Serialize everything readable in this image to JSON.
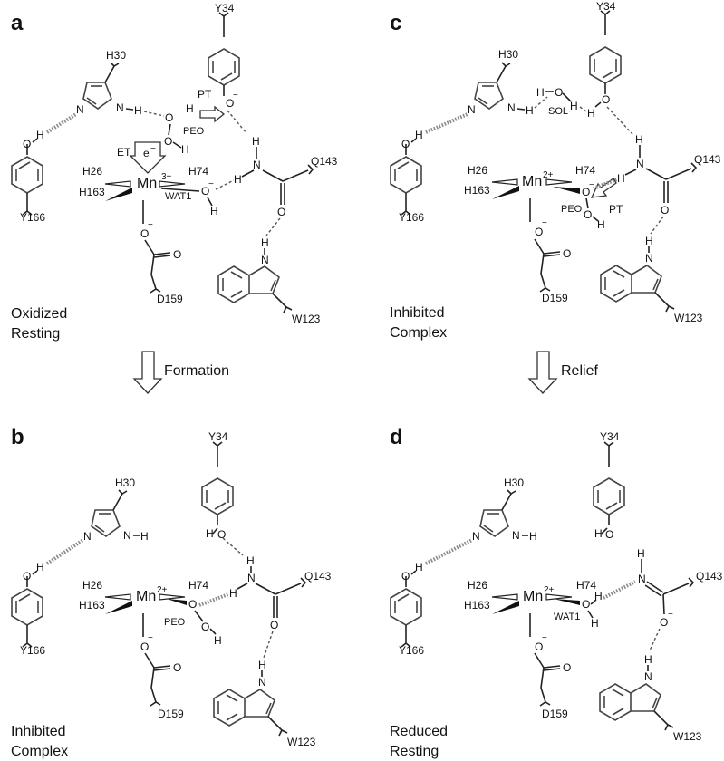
{
  "panels": {
    "a": {
      "label": "a",
      "state": [
        "Oxidized",
        "Resting"
      ],
      "metal": "Mn",
      "charge": "3+",
      "residues": [
        "Y34",
        "H30",
        "Y166",
        "H26",
        "H163",
        "H74",
        "Q143",
        "D159",
        "W123"
      ],
      "annotations": {
        "pt": "PT",
        "peo": "PEO",
        "et": "ET",
        "electron": "e",
        "wat": "WAT1"
      }
    },
    "b": {
      "label": "b",
      "state": [
        "Inhibited",
        "Complex"
      ],
      "metal": "Mn",
      "charge": "2+",
      "residues": [
        "Y34",
        "H30",
        "Y166",
        "H26",
        "H163",
        "H74",
        "Q143",
        "D159",
        "W123"
      ],
      "annotations": {
        "peo": "PEO"
      }
    },
    "c": {
      "label": "c",
      "state": [
        "Inhibited",
        "Complex"
      ],
      "metal": "Mn",
      "charge": "2+",
      "residues": [
        "Y34",
        "H30",
        "Y166",
        "H26",
        "H163",
        "H74",
        "Q143",
        "D159",
        "W123"
      ],
      "annotations": {
        "sol": "SOL",
        "pt": "PT",
        "peo": "PEO"
      }
    },
    "d": {
      "label": "d",
      "state": [
        "Reduced",
        "Resting"
      ],
      "metal": "Mn",
      "charge": "2+",
      "residues": [
        "Y34",
        "H30",
        "Y166",
        "H26",
        "H163",
        "H74",
        "Q143",
        "D159",
        "W123"
      ],
      "annotations": {
        "wat": "WAT1"
      }
    }
  },
  "transitions": {
    "left": "Formation",
    "right": "Relief"
  },
  "atoms": {
    "O": "O",
    "N": "N",
    "H": "H",
    "minus": "−"
  }
}
